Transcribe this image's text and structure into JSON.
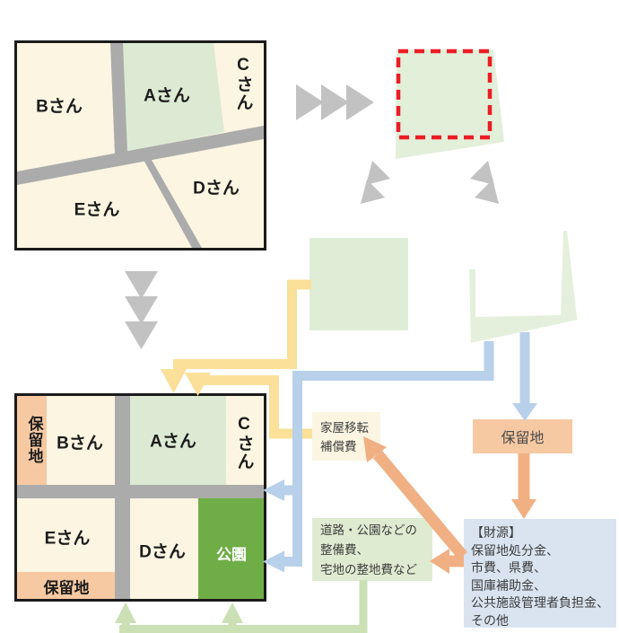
{
  "map_before": {
    "labels": {
      "b": "Bさん",
      "a": "Aさん",
      "c": "Cさん",
      "e": "Eさん",
      "d": "Dさん"
    }
  },
  "map_after": {
    "labels": {
      "reserved_left": "保留地",
      "b": "Bさん",
      "a": "Aさん",
      "c": "Cさん",
      "e": "Eさん",
      "reserved_bottom": "保留地",
      "d": "Dさん",
      "park": "公園"
    }
  },
  "boxes": {
    "compensation": {
      "line1": "家屋移転",
      "line2": "補償費"
    },
    "reserved_land": {
      "label": "保留地"
    },
    "costs": {
      "line1": "道路・公園などの",
      "line2": "整備費、",
      "line3": "宅地の整地費など"
    },
    "funding": {
      "line1": "【財源】",
      "line2": "保留地処分金、",
      "line3": "市費、県費、",
      "line4": "国庫補助金、",
      "line5": "公共施設管理者負担金、",
      "line6": "その他"
    }
  },
  "colors": {
    "plot_cream": "#FCF5E2",
    "plot_green": "#DCEAD3",
    "sliver_green": "#E4F0DC",
    "park_green": "#6FAD47",
    "road_gray": "#ABABAB",
    "border_black": "#1B1B1B",
    "reserved_salmon": "#F6C9A2",
    "arrow_gray": "#C2C2C2",
    "dash_red": "#EC1C24",
    "flow_yellow": "#FAE098",
    "flow_blue": "#B8D0E9",
    "flow_orange": "#F0B083",
    "flow_green": "#CBE0B5",
    "funding_blue": "#D9E4F0",
    "cost_green": "#DFEBD1"
  }
}
